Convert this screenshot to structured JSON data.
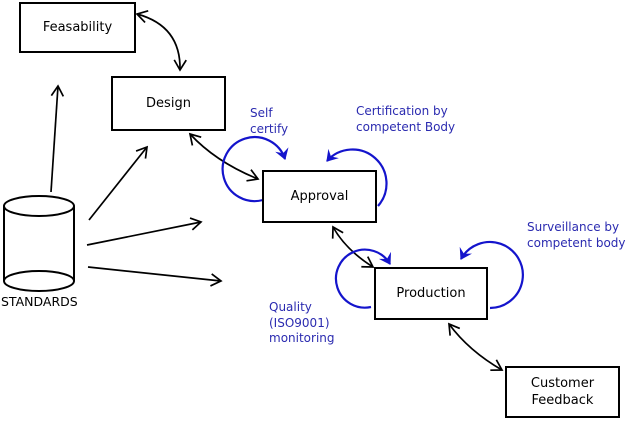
{
  "diagram": {
    "nodes": {
      "feasibility": {
        "label": "Feasability"
      },
      "design": {
        "label": "Design"
      },
      "approval": {
        "label": "Approval"
      },
      "production": {
        "label": "Production"
      },
      "customer_feedback": {
        "lines": [
          "Customer",
          "Feedback"
        ]
      },
      "standards": {
        "label": "STANDARDS"
      }
    },
    "annotations": {
      "self_certify": {
        "lines": [
          "Self",
          "certify"
        ]
      },
      "certification": {
        "lines": [
          "Certification by",
          "competent Body"
        ]
      },
      "surveillance": {
        "lines": [
          "Surveillance by",
          "competent body"
        ]
      },
      "quality": {
        "lines": [
          "Quality",
          "(ISO9001)",
          "monitoring"
        ]
      }
    },
    "colors": {
      "annotation_text": "#2b2bb0",
      "loop_arrow": "#1414cc",
      "line_black": "#000000",
      "background": "#ffffff"
    }
  }
}
